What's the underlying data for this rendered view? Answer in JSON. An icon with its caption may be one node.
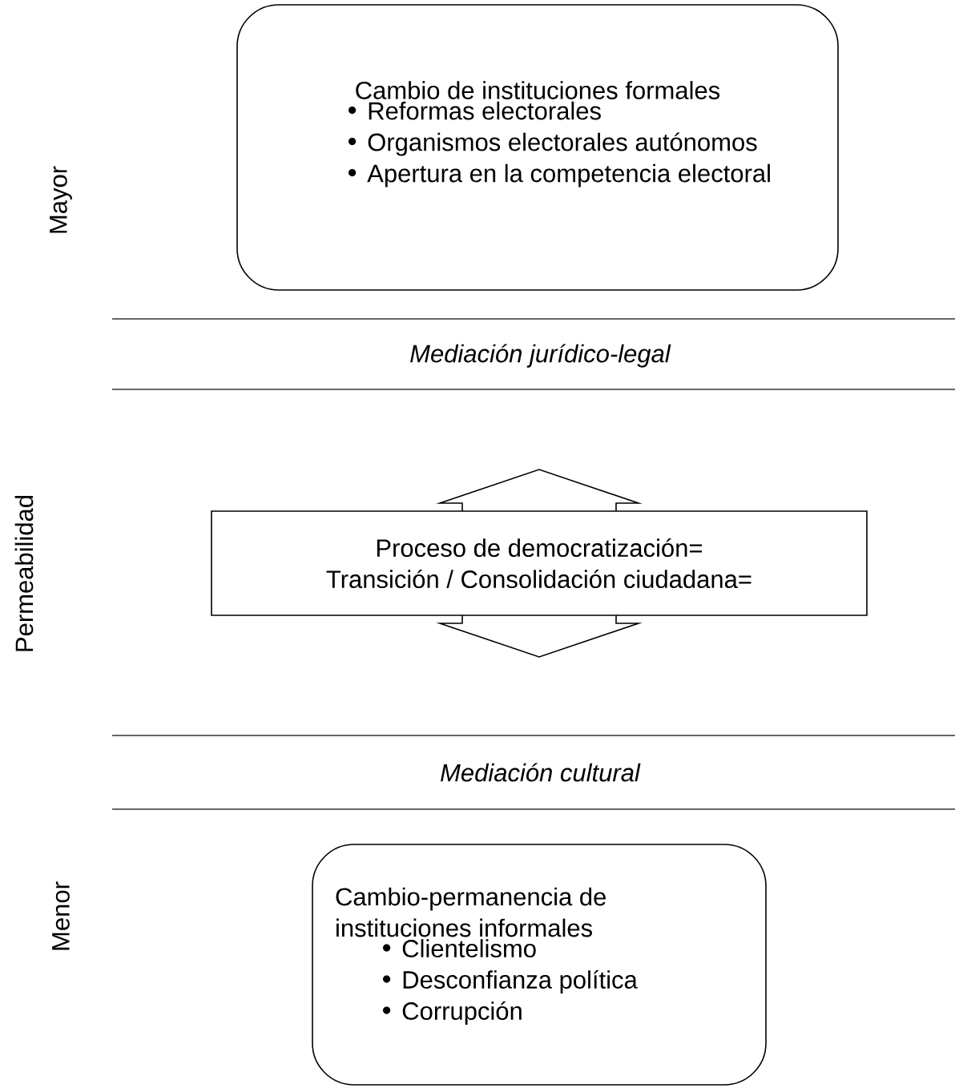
{
  "diagram": {
    "nodes": [
      {
        "text": [
          "Cambio de instituciones formales",
          "Reformas electorales",
          "Organismos electorales autónomos",
          "Apertura en la competencia electoral"
        ]
      },
      {
        "text": [
          "Proceso de democratización=",
          "Transición / Consolidación ciudadana="
        ]
      },
      {
        "text": [
          "Cambio-permanencia de instituciones informales",
          "Clientelismo",
          "Desconfianza política",
          "Corrupción"
        ]
      }
    ],
    "labels": [
      "Mayor",
      "Mediación jurídico-legal",
      "Permeabilidad",
      "Mediación cultural",
      "Menor"
    ]
  }
}
